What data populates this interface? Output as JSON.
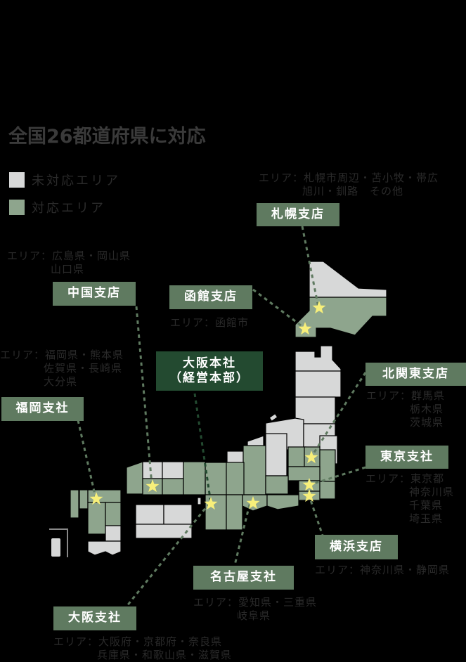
{
  "title": "全国26都道府県に対応",
  "legend": {
    "items": [
      {
        "label": "未対応エリア",
        "color": "#d7d8d8"
      },
      {
        "label": "対応エリア",
        "color": "#8ea58d"
      }
    ]
  },
  "colors": {
    "background": "#000000",
    "unsupported": "#d7d8d8",
    "supported": "#8ea58d",
    "branch_box": "#5f7a60",
    "hq_box": "#234a30",
    "star": "#f7ef7a",
    "leader_line": "#5f7a60"
  },
  "area_prefix": "エリア：",
  "offices": [
    {
      "name": "札幌支店",
      "type": "branch",
      "area_lines": [
        "札幌市周辺・苫小牧・帯広",
        "旭川・釧路　その他"
      ]
    },
    {
      "name": "函館支店",
      "type": "branch",
      "area_lines": [
        "函館市"
      ]
    },
    {
      "name": "中国支店",
      "type": "branch",
      "area_lines": [
        "広島県・岡山県",
        "山口県"
      ]
    },
    {
      "name": "福岡支社",
      "type": "branch",
      "area_lines": [
        "福岡県・熊本県",
        "佐賀県・長崎県",
        "大分県"
      ]
    },
    {
      "name_line1": "大阪本社",
      "name_line2": "（経営本部）",
      "type": "hq"
    },
    {
      "name": "北関東支店",
      "type": "branch",
      "area_lines": [
        "群馬県",
        "栃木県",
        "茨城県"
      ]
    },
    {
      "name": "東京支社",
      "type": "branch",
      "area_lines": [
        "東京都",
        "神奈川県",
        "千葉県",
        "埼玉県"
      ]
    },
    {
      "name": "横浜支店",
      "type": "branch",
      "area_lines": [
        "神奈川県・静岡県"
      ]
    },
    {
      "name": "名古屋支社",
      "type": "branch",
      "area_lines": [
        "愛知県・三重県",
        "岐阜県"
      ]
    },
    {
      "name": "大阪支社",
      "type": "branch",
      "area_lines": [
        "大阪府・京都府・奈良県",
        "兵庫県・和歌山県・滋賀県"
      ]
    }
  ]
}
